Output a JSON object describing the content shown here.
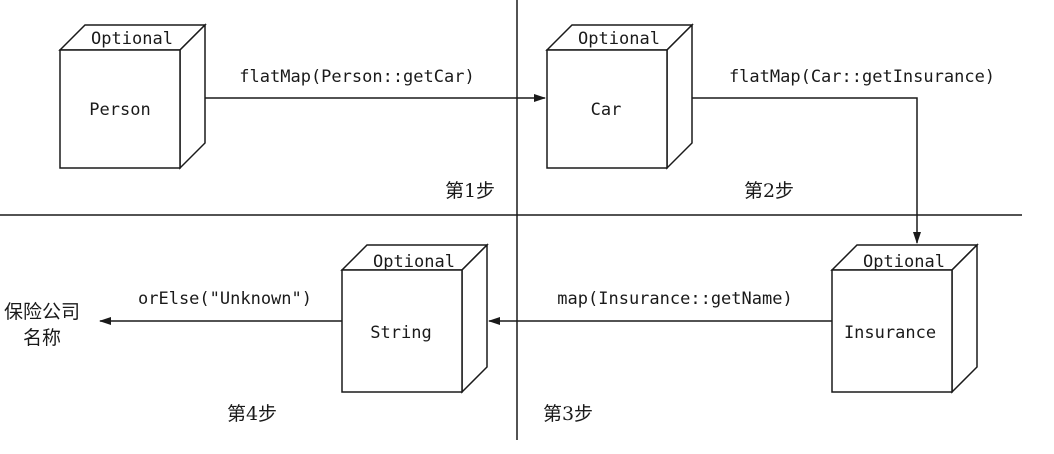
{
  "boxes": {
    "person": {
      "tag": "Optional",
      "label": "Person"
    },
    "car": {
      "tag": "Optional",
      "label": "Car"
    },
    "insurance": {
      "tag": "Optional",
      "label": "Insurance"
    },
    "string": {
      "tag": "Optional",
      "label": "String"
    }
  },
  "arrows": {
    "flatmap_person": "flatMap(Person::getCar)",
    "flatmap_car": "flatMap(Car::getInsurance)",
    "map_insurance": "map(Insurance::getName)",
    "orelse": "orElse(\"Unknown\")"
  },
  "steps": {
    "step1": "第1步",
    "step2": "第2步",
    "step3": "第3步",
    "step4": "第4步"
  },
  "result": {
    "line1": "保险公司",
    "line2": "名称"
  }
}
